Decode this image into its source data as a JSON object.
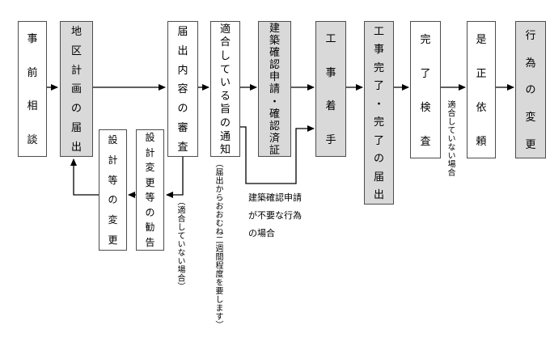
{
  "diagram": {
    "title_hint": "地区計画の届出手続きフロー",
    "colors": {
      "shaded_box_fill": "#d9d9d9",
      "box_border": "#4d4d4d",
      "connector": "#000000",
      "background": "#ffffff"
    },
    "boxes": {
      "pre_consultation": {
        "label": "事前相談",
        "shaded": false
      },
      "district_plan_notification": {
        "label": "地区計画の届出",
        "shaded": true
      },
      "design_etc_change": {
        "label": "設計等の変更",
        "shaded": false
      },
      "design_change_recommendation": {
        "label": "設計変更等の勧告",
        "shaded": false
      },
      "notification_content_review": {
        "label": "届出内容の審査",
        "shaded": false
      },
      "conformity_notice": {
        "label": "適合している旨の通知",
        "shaded": false
      },
      "building_confirmation": {
        "label": "建築確認申請・確認済証",
        "shaded": true
      },
      "construction_start": {
        "label": "工事着手",
        "shaded": true
      },
      "construction_completion": {
        "label": "工事完了・完了の届出",
        "shaded": true
      },
      "completion_inspection": {
        "label": "完了検査",
        "shaded": false
      },
      "correction_request": {
        "label": "是正依頼",
        "shaded": false
      },
      "act_change": {
        "label": "行為の変更",
        "shaded": true
      }
    },
    "captions": {
      "not_conforming_review": "（適合していない場合）",
      "notice_duration": "（届出からおおむね二週間程度を要します）",
      "not_conforming_inspection": "適合していない場合",
      "no_confirmation_lines": [
        "建築確認申請",
        "が不要な行為",
        "の場合"
      ]
    }
  }
}
